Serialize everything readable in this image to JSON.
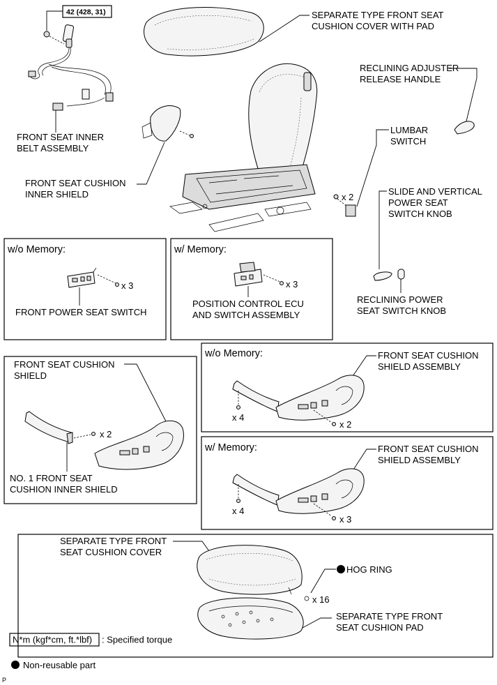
{
  "labels": {
    "torque_value": "42 (428, 31)",
    "cushion_cover_with_pad": [
      "SEPARATE TYPE FRONT SEAT",
      "CUSHION COVER WITH PAD"
    ],
    "reclining_handle": [
      "RECLINING ADJUSTER",
      "RELEASE HANDLE"
    ],
    "lumbar_switch": [
      "LUMBAR",
      "SWITCH"
    ],
    "inner_belt": [
      "FRONT SEAT INNER",
      "BELT ASSEMBLY"
    ],
    "cushion_inner_shield": [
      "FRONT SEAT CUSHION",
      "INNER SHIELD"
    ],
    "slide_knob": [
      "SLIDE AND VERTICAL",
      "POWER SEAT",
      "SWITCH KNOB"
    ],
    "reclining_knob": [
      "RECLINING POWER",
      "SEAT SWITCH KNOB"
    ],
    "lumbar_qty": "x 2",
    "panel_wo_memory_title": "w/o Memory:",
    "power_seat_switch": "FRONT POWER SEAT SWITCH",
    "wo_memory_qty": "x 3",
    "panel_w_memory_title": "w/ Memory:",
    "position_ecu": [
      "POSITION CONTROL ECU",
      "AND SWITCH ASSEMBLY"
    ],
    "w_memory_qty": "x 3",
    "cushion_shield": [
      "FRONT SEAT CUSHION",
      "SHIELD"
    ],
    "cushion_shield_qty": "x 2",
    "no1_inner_shield": [
      "NO. 1 FRONT SEAT",
      "CUSHION INNER SHIELD"
    ],
    "shield_wo_title": "w/o Memory:",
    "shield_assembly_1": [
      "FRONT SEAT CUSHION",
      "SHIELD ASSEMBLY"
    ],
    "shield_wo_qty_a": "x 4",
    "shield_wo_qty_b": "x 2",
    "shield_w_title": "w/ Memory:",
    "shield_assembly_2": [
      "FRONT SEAT CUSHION",
      "SHIELD ASSEMBLY"
    ],
    "shield_w_qty_a": "x 4",
    "shield_w_qty_b": "x 3",
    "cushion_cover": [
      "SEPARATE TYPE FRONT",
      "SEAT CUSHION COVER"
    ],
    "hog_ring": "HOG RING",
    "hog_ring_qty": "x 16",
    "cushion_pad": [
      "SEPARATE TYPE FRONT",
      "SEAT CUSHION PAD"
    ],
    "legend_torque_units": "N*m (kgf*cm, ft.*lbf)",
    "legend_torque_text": ": Specified torque",
    "legend_nonreusable": "Non-reusable part",
    "footer_code": "P"
  }
}
